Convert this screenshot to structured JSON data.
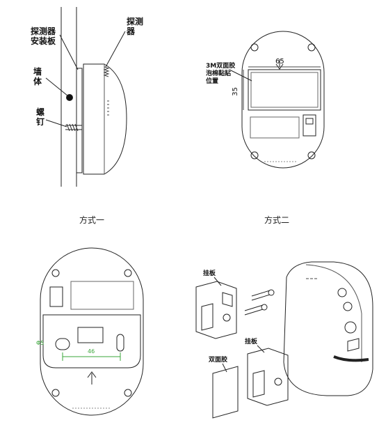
{
  "panel1": {
    "label_mount_plate": "探测器\n安装板",
    "label_detector": "探测\n器",
    "label_wall": "墙\n体",
    "label_screw": "螺\n钉",
    "caption": "方式一"
  },
  "panel2": {
    "label_tape": "3M双面胶\n泡棉黏贴\n位置",
    "dim_width": "65",
    "dim_height": "35",
    "caption": "方式二"
  },
  "panel3": {
    "dim_hole": "Φ5",
    "dim_spacing": "46"
  },
  "panel4": {
    "label_bracket_top": "挂板",
    "label_bracket_bottom": "挂板",
    "label_tape": "双面胶"
  }
}
